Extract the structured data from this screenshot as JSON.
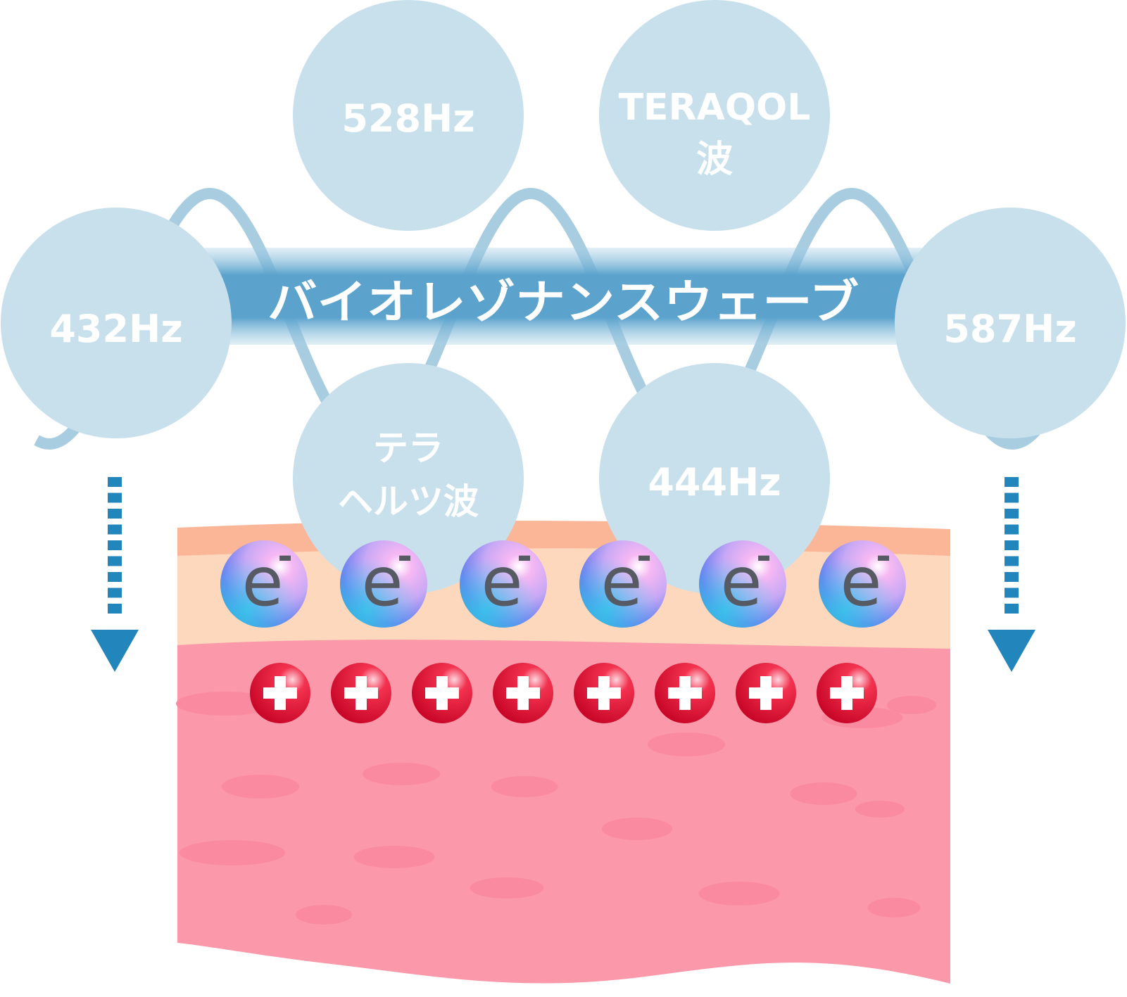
{
  "band": {
    "title": "バイオレゾナンスウェーブ"
  },
  "frequencies": [
    {
      "id": "432",
      "lines": [
        "432Hz"
      ]
    },
    {
      "id": "528",
      "lines": [
        "528Hz"
      ]
    },
    {
      "id": "teraqol",
      "lines": [
        "TERAQOL",
        "波"
      ]
    },
    {
      "id": "587",
      "lines": [
        "587Hz"
      ]
    },
    {
      "id": "terahertz",
      "lines": [
        "テラ",
        "ヘルツ波"
      ]
    },
    {
      "id": "444",
      "lines": [
        "444Hz"
      ]
    }
  ],
  "particles": {
    "electron_symbol": "e",
    "electron_charge": "-",
    "electron_count": 6,
    "positive_count": 8
  },
  "colors": {
    "circle": "#c8e0ec",
    "wave": "#a8cde0",
    "band": "#5ba3cd",
    "arrow": "#2286bd",
    "skin_top": "#fbb698",
    "skin_mid": "#fdd8bd",
    "skin_body": "#fb98a9",
    "skin_spot": "#fa8aa0",
    "positive": "#e9102f"
  }
}
